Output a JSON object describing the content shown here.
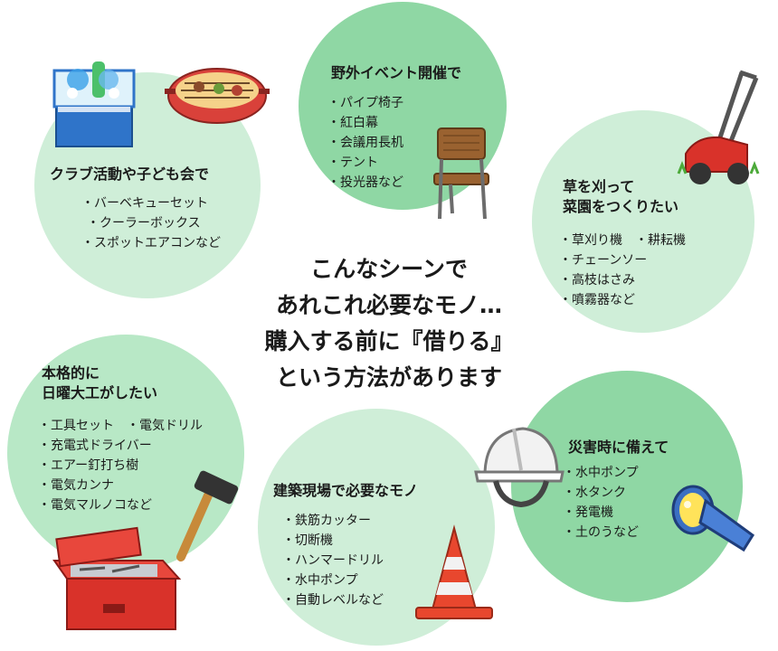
{
  "center": {
    "lines": [
      "こんなシーンで",
      "あれこれ必要なモノ…",
      "購入する前に『借りる』",
      "という方法があります"
    ]
  },
  "bubbles": {
    "club": {
      "title_lines": [
        "クラブ活動や子ども会で"
      ],
      "items": [
        "・バーベキューセット",
        "・クーラーボックス",
        "・スポットエアコンなど"
      ]
    },
    "outdoor": {
      "title_lines": [
        "野外イベント開催で"
      ],
      "items": [
        "・パイプ椅子",
        "・紅白幕",
        "・会議用長机",
        "・テント",
        "・投光器など"
      ]
    },
    "garden": {
      "title_lines": [
        "草を刈って",
        "菜園をつくりたい"
      ],
      "items": [
        "・草刈り機　・耕耘機",
        "・チェーンソー",
        "・高枝はさみ",
        "・噴霧器など"
      ]
    },
    "diy": {
      "title_lines": [
        "本格的に",
        "日曜大工がしたい"
      ],
      "items": [
        "・工具セット　・電気ドリル",
        "・充電式ドライバー",
        "・エアー釘打ち樹",
        "・電気カンナ",
        "・電気マルノコなど"
      ]
    },
    "construction": {
      "title_lines": [
        "建築現場で必要なモノ"
      ],
      "items": [
        "・鉄筋カッター",
        "・切断機",
        "・ハンマードリル",
        "・水中ポンプ",
        "・自動レベルなど"
      ]
    },
    "disaster": {
      "title_lines": [
        "災害時に備えて"
      ],
      "items": [
        "・水中ポンプ",
        "・水タンク",
        "・発電機",
        "・土のうなど"
      ]
    }
  },
  "colors": {
    "circle_light": "#cfeed8",
    "circle_mid": "#b8e8c6",
    "circle_dark": "#8fd7a4",
    "text": "#1a1a1a"
  },
  "icons": [
    "cooler-box-icon",
    "bbq-grill-icon",
    "chair-icon",
    "lawn-mower-icon",
    "hard-hat-icon",
    "flashlight-icon",
    "hammer-icon",
    "toolbox-icon",
    "traffic-cone-icon"
  ]
}
